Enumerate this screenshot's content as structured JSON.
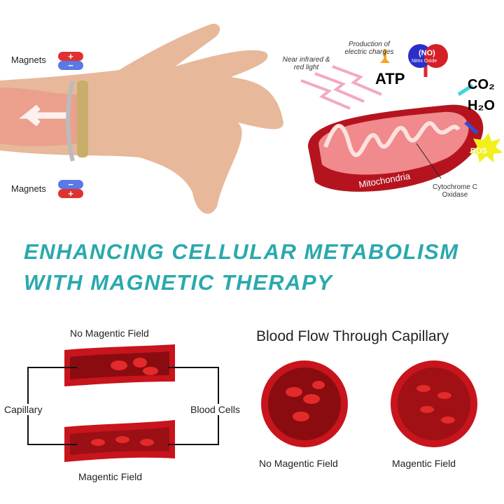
{
  "top_left": {
    "magnets_top": "Magnets",
    "magnets_bottom": "Magnets",
    "plus": "+",
    "minus": "−"
  },
  "mito": {
    "near_infrared": "Near infrared & red light",
    "production": "Production of electric charges",
    "atp": "ATP",
    "no_label": "(NO)",
    "no_sub": "Nitrix Oxide",
    "co2": "CO₂",
    "h2o": "H₂O",
    "ros": "ROS",
    "mitochondria": "Mitochondria",
    "cytochrome": "Cytochrome C Oxidase"
  },
  "title": {
    "line1": "ENHANCING CELLULAR METABOLISM",
    "line2": "WITH MAGNETIC THERAPY"
  },
  "vessels": {
    "top": "No Magentic Field",
    "bottom": "Magentic Field",
    "capillary": "Capillary",
    "blood_cells": "Blood Cells"
  },
  "capillary": {
    "heading": "Blood Flow Through Capillary",
    "left": "No Magentic Field",
    "right": "Magentic Field"
  },
  "colors": {
    "accent": "#2aa9ae",
    "blood": "#c8141c"
  }
}
